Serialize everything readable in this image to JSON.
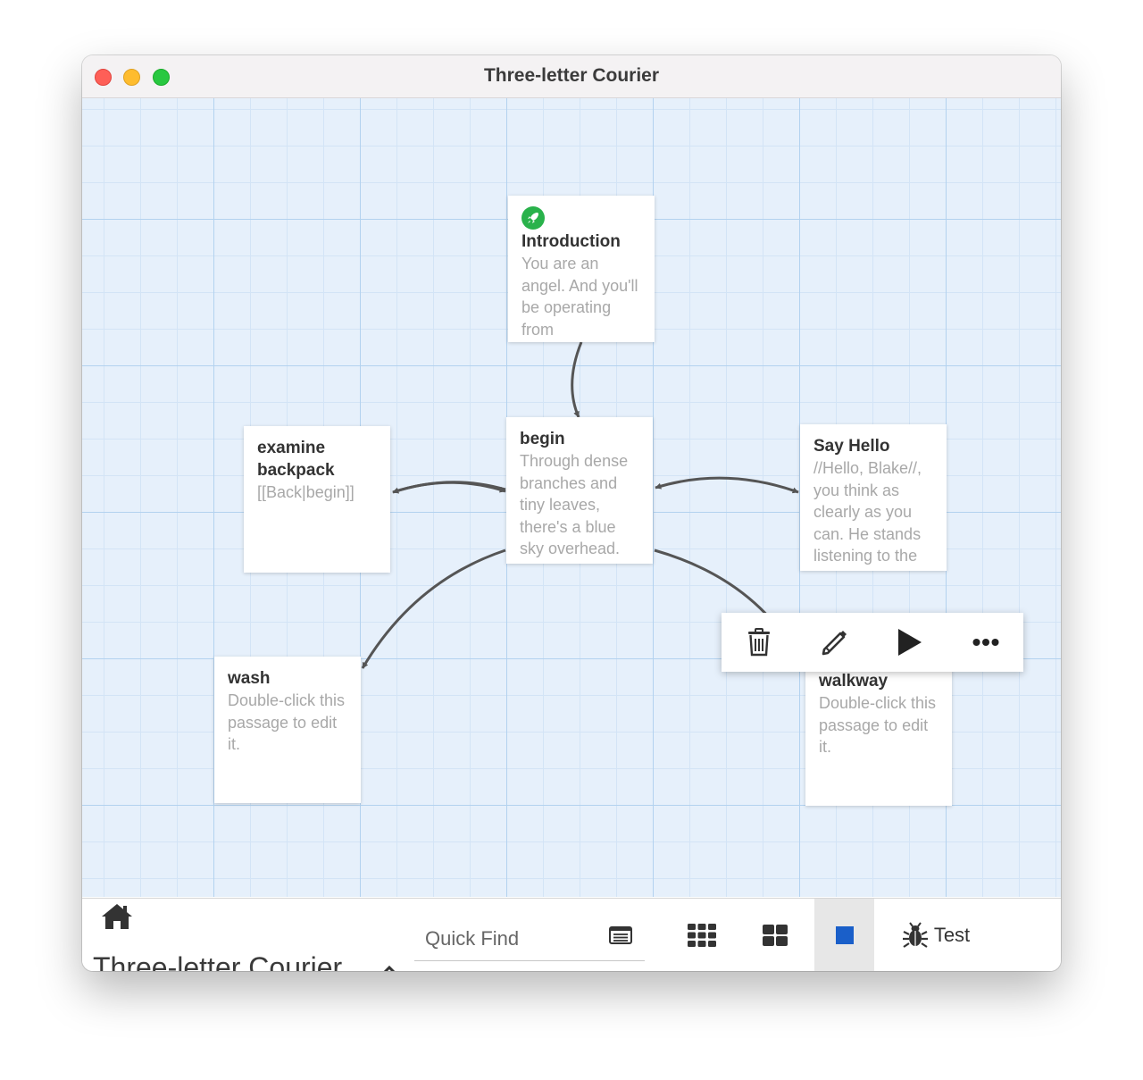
{
  "window": {
    "title": "Three-letter Courier"
  },
  "passages": [
    {
      "name": "Introduction",
      "excerpt": "You are an angel. And you'll be operating from",
      "start": true
    },
    {
      "name": "begin",
      "excerpt": "Through dense branches and tiny leaves, there's a blue sky overhead."
    },
    {
      "name": "examine backpack",
      "excerpt": "[[Back|begin]]"
    },
    {
      "name": "Say Hello",
      "excerpt": "//Hello, Blake//, you think as clearly as you can. He stands listening to the"
    },
    {
      "name": "wash",
      "excerpt": "Double-click this passage to edit it."
    },
    {
      "name": "walkway",
      "excerpt": "Double-click this passage to edit it."
    }
  ],
  "passage_toolbar": {
    "icons": [
      "trash-icon",
      "pencil-icon",
      "play-icon",
      "more-icon"
    ]
  },
  "bottom_bar": {
    "story_title": "Three-letter Courier",
    "quick_find_placeholder": "Quick Find",
    "test_label": "Test",
    "icons": [
      "home-icon",
      "passage-tags-icon",
      "zoom-small-icon",
      "zoom-medium-icon",
      "zoom-large-icon",
      "bug-icon"
    ]
  },
  "colors": {
    "grid_background": "#e6f0fb",
    "start_icon": "#29b24b",
    "active_zoom": "#1a5fc9",
    "arrow": "#555555"
  }
}
